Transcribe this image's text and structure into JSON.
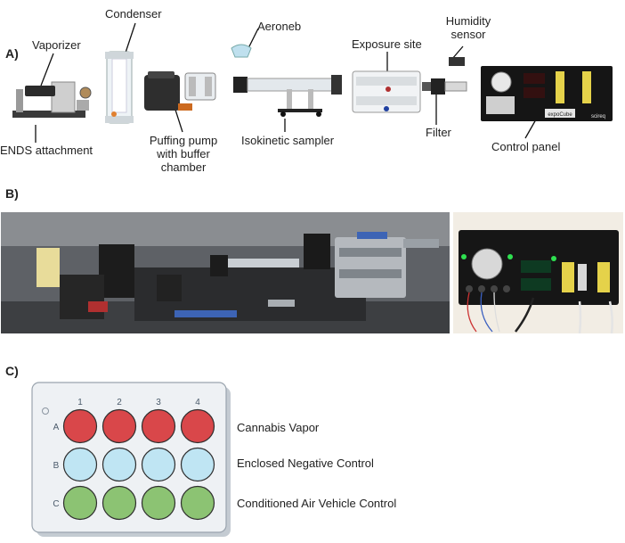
{
  "panels": {
    "a": "A)",
    "b": "B)",
    "c": "C)"
  },
  "panel_a": {
    "labels": {
      "vaporizer": "Vaporizer",
      "condenser": "Condenser",
      "aeroneb": "Aeroneb",
      "exposure_site": "Exposure site",
      "humidity_sensor": "Humidity sensor",
      "ends_attachment": "ENDS attachment",
      "puffing_pump": "Puffing pump with buffer chamber",
      "isokinetic_sampler": "Isokinetic sampler",
      "filter": "Filter",
      "control_panel": "Control panel"
    },
    "device_text": {
      "brand": "expoCube",
      "maker": "scireq"
    }
  },
  "panel_c": {
    "columns": [
      "1",
      "2",
      "3",
      "4"
    ],
    "rows": [
      {
        "letter": "A",
        "label": "Cannabis Vapor",
        "color": "#d9474a"
      },
      {
        "letter": "B",
        "label": "Enclosed Negative Control",
        "color": "#bfe5f3"
      },
      {
        "letter": "C",
        "label": "Conditioned Air Vehicle Control",
        "color": "#8cc373"
      }
    ]
  }
}
